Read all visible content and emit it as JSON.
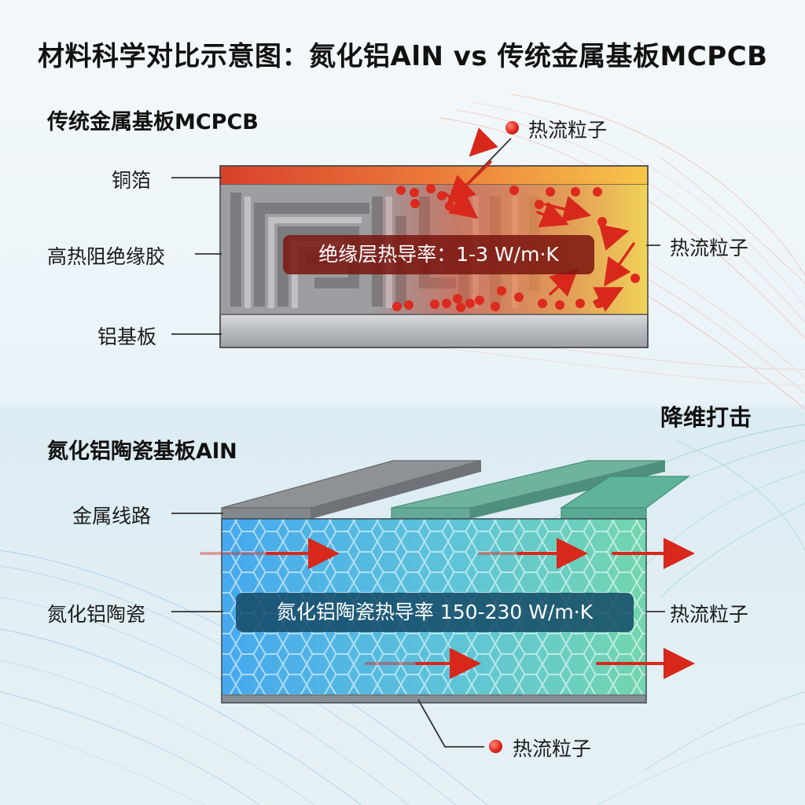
{
  "title": "材料科学对比示意图：氮化铝AlN vs 传统金属基板MCPCB",
  "mcpcb": {
    "heading": "传统金属基板MCPCB",
    "labels": {
      "copper_foil": "铜箔",
      "insulating_glue": "高热阻绝缘胶",
      "aluminum_base": "铝基板"
    },
    "conductivity_callout": "绝缘层热导率：1-3 W/m·K",
    "particle_label_top": "热流粒子",
    "particle_label_right": "热流粒子"
  },
  "aln": {
    "heading": "氮化铝陶瓷基板AlN",
    "tagline": "降维打击",
    "labels": {
      "metal_circuit": "金属线路",
      "aln_ceramic": "氮化铝陶瓷"
    },
    "conductivity_callout": "氮化铝陶瓷热导率 150-230 W/m·K",
    "particle_label_right": "热流粒子",
    "particle_label_bottom": "热流粒子"
  },
  "colors": {
    "copper_layer": "#e0412b",
    "heat_hot": "#e53a22",
    "heat_warm": "#f2c94c",
    "aluminum": "#b9bcc0",
    "aln_blue": "#4fb3ef",
    "aln_teal": "#6fd3b6",
    "arrow_red": "#e0291d",
    "callout_red": "#7a1610",
    "callout_blue": "#124864"
  },
  "icons": [
    "heat-particle-icon",
    "heat-flow-arrow-icon"
  ]
}
